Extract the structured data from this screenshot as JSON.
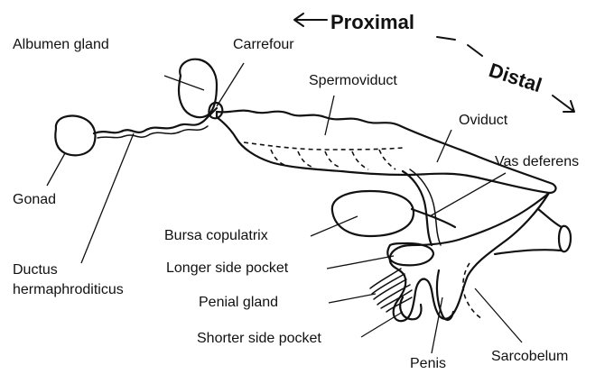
{
  "direction": {
    "proximal": "Proximal",
    "distal": "Distal"
  },
  "labels": {
    "albumen_gland": "Albumen gland",
    "carrefour": "Carrefour",
    "spermoviduct": "Spermoviduct",
    "oviduct": "Oviduct",
    "vas_deferens": "Vas deferens",
    "gonad": "Gonad",
    "bursa_copulatrix": "Bursa copulatrix",
    "ductus_line1": "Ductus",
    "ductus_line2": "hermaphroditicus",
    "longer_side_pocket": "Longer side pocket",
    "penial_gland": "Penial gland",
    "shorter_side_pocket": "Shorter side pocket",
    "penis": "Penis",
    "sarcobelum": "Sarcobelum"
  }
}
